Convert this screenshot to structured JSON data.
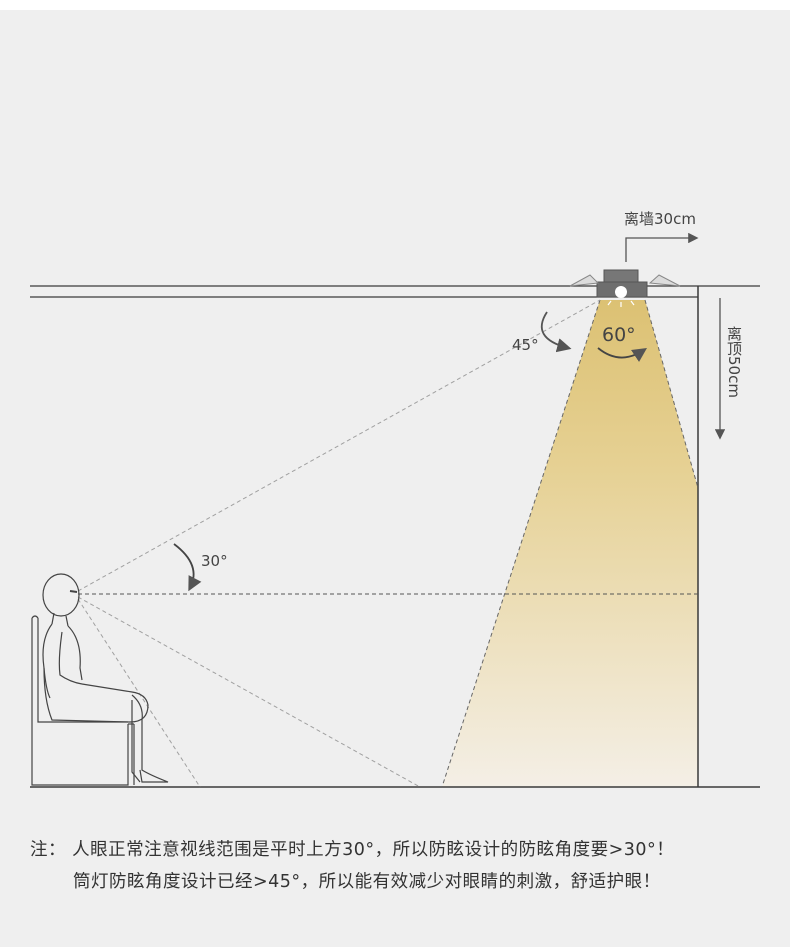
{
  "labels": {
    "wall_distance": "离墙30cm",
    "ceiling_distance": "离顶50cm",
    "angle_45": "45°",
    "angle_60": "60°",
    "angle_30": "30°"
  },
  "note": {
    "prefix": "注：",
    "line1": "人眼正常注意视线范围是平时上方30°，所以防眩设计的防眩角度要>30°！",
    "line2": "筒灯防眩角度设计已经>45°，所以能有效减少对眼睛的刺激，舒适护眼！"
  },
  "colors": {
    "background": "#efefef",
    "beam_top": "#dcc27a",
    "beam_bottom": "#f4efe6",
    "line": "#3a3a3a",
    "dash": "#9a9a9a"
  }
}
